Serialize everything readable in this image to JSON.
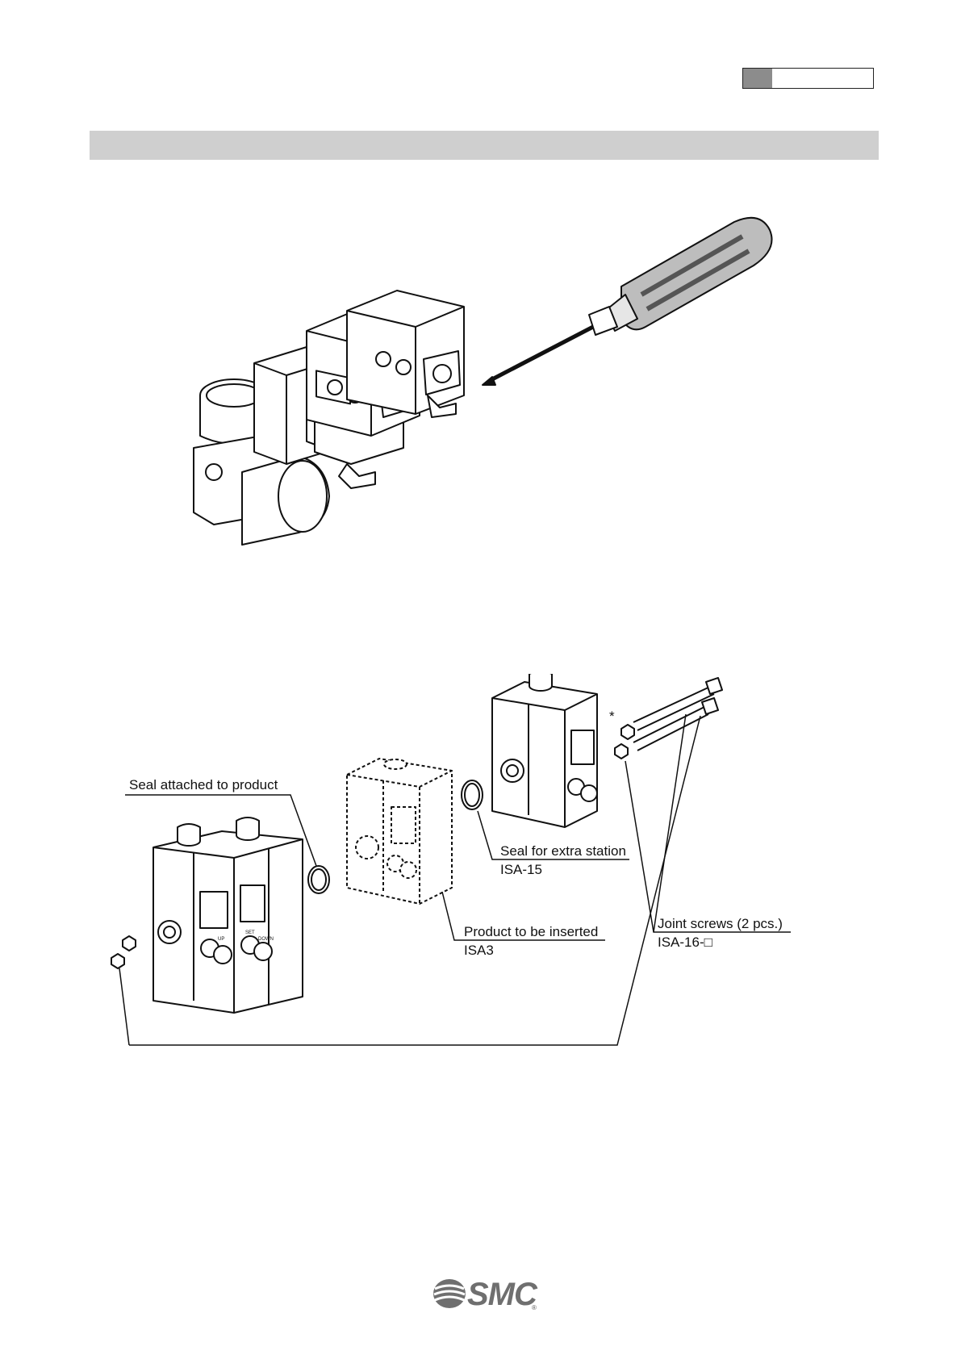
{
  "figure2": {
    "callouts": {
      "seal_attached": "Seal attached to product",
      "seal_extra_title": "Seal for extra station",
      "seal_extra_part": "ISA-15",
      "product_inserted_title": "Product to be inserted",
      "product_inserted_part": "ISA3",
      "joint_screws_title": "Joint screws (2 pcs.)",
      "joint_screws_part": "ISA-16-□",
      "asterisk": "*"
    },
    "device_button_labels": {
      "set": "SET",
      "up": "UP",
      "down": "DOWN"
    }
  },
  "footer": {
    "logo_text": "SMC",
    "logo_mark": "®"
  },
  "colors": {
    "section_bar": "#cfcfcf",
    "tag_fill": "#8c8c8c",
    "logo": "#6f6f6f"
  }
}
